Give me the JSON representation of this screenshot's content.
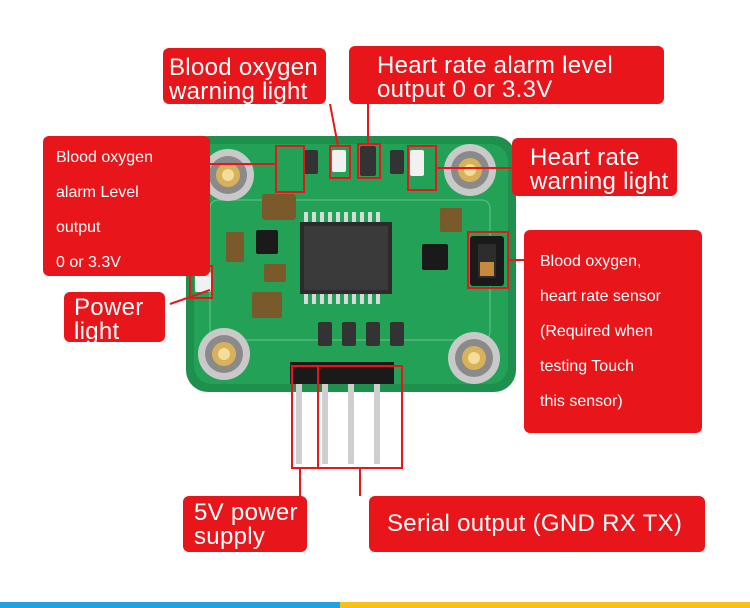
{
  "labels": {
    "blood_oxygen_warning_light": "Blood oxygen\nwarning light",
    "heart_rate_alarm_level": "Heart rate alarm level\noutput 0 or 3.3V",
    "blood_oxygen_alarm_level": "Blood oxygen\nalarm Level\noutput\n0 or 3.3V",
    "heart_rate_warning_light": "Heart rate\nwarning light",
    "power_light": "Power\nlight",
    "sensor": "Blood oxygen,\nheart rate sensor\n(Required when\ntesting   Touch\nthis sensor)",
    "power_supply": "5V power\nsupply",
    "serial_output": "Serial output (GND RX TX)"
  },
  "colors": {
    "label_bg": "#e8161a",
    "label_text": "#ffffff",
    "pcb_green": "#1f8f4e",
    "bar_left": "#1fa3e0",
    "bar_right": "#f6c21a"
  }
}
